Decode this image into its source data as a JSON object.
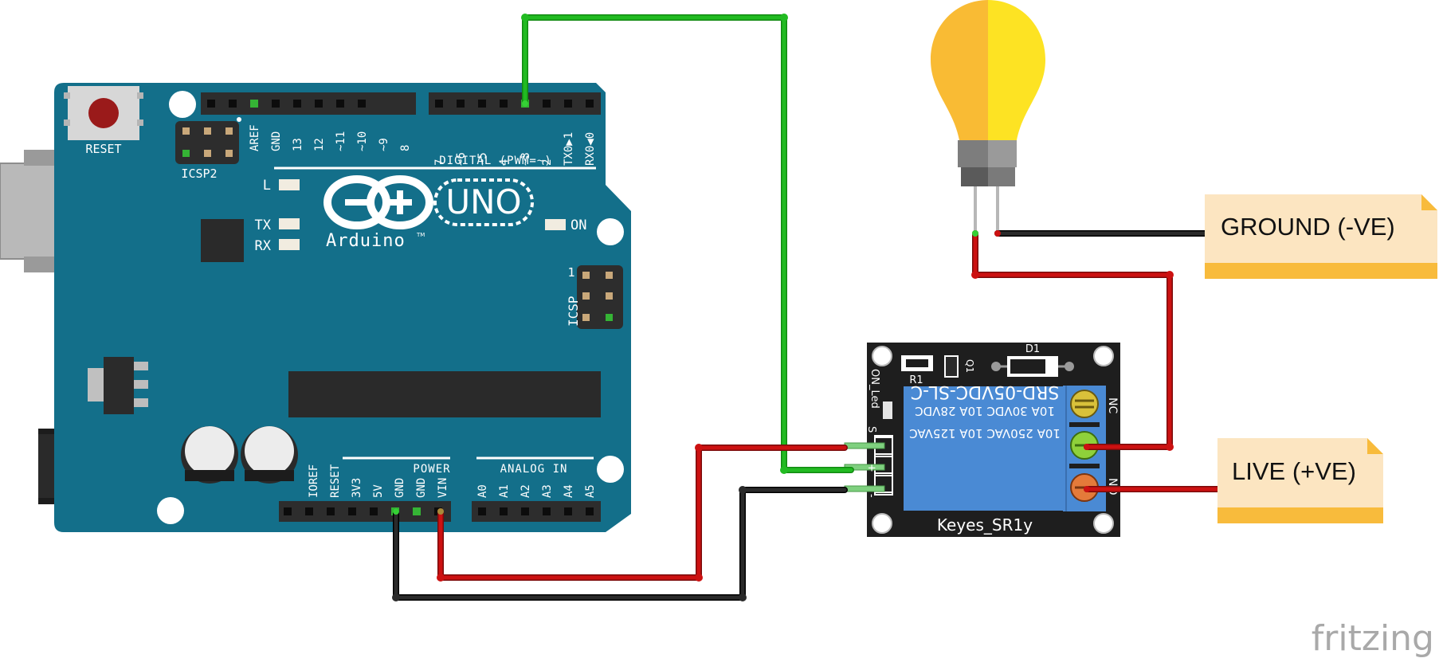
{
  "arduino": {
    "reset_label": "RESET",
    "icsp2_label": "ICSP2",
    "icsp_label": "ICSP",
    "icsp_pin1": "1",
    "digital_label": "DIGITAL (PWM=~)",
    "digital_pins_left": [
      "AREF",
      "GND",
      "13",
      "12",
      "~11",
      "~10",
      "~9",
      "8"
    ],
    "digital_pins_right": [
      "7",
      "~6",
      "~5",
      "4",
      "~3",
      "2",
      "TX0▶1",
      "RX0◀0"
    ],
    "led_l": "L",
    "led_tx": "TX",
    "led_rx": "RX",
    "led_on": "ON",
    "logo_text": "UNO",
    "brand": "Arduino",
    "trademark": "TM",
    "power_label": "POWER",
    "power_pins": [
      "IOREF",
      "RESET",
      "3V3",
      "5V",
      "GND",
      "GND",
      "VIN"
    ],
    "analog_label": "ANALOG IN",
    "analog_pins": [
      "A0",
      "A1",
      "A2",
      "A3",
      "A4",
      "A5"
    ]
  },
  "relay": {
    "model_text": "SRD-05VDC-SL-C",
    "rating_lines": [
      "10A 250VAC  10A 125VAC",
      "10A 30VDC  10A 28VDC"
    ],
    "board_name": "Keyes_SR1y",
    "led_label": "ON_Led",
    "r1_label": "R1",
    "q1_label": "Q1",
    "d1_label": "D1",
    "nc_label": "NC",
    "no_label": "NO",
    "pin_labels": [
      "S",
      "+",
      "-"
    ]
  },
  "notes": {
    "ground": "GROUND (-VE)",
    "live": "LIVE (+VE)"
  },
  "watermark": "fritzing",
  "colors": {
    "board_blue": "#136f8a",
    "relay_blue": "#4a8ad4",
    "wire_green": "#22bb22",
    "wire_red": "#cc1111",
    "wire_black": "#222222",
    "bulb_left": "#f9bb34",
    "bulb_right": "#fde323",
    "note_fill": "#fce5c1",
    "note_band": "#f8bb3c"
  }
}
